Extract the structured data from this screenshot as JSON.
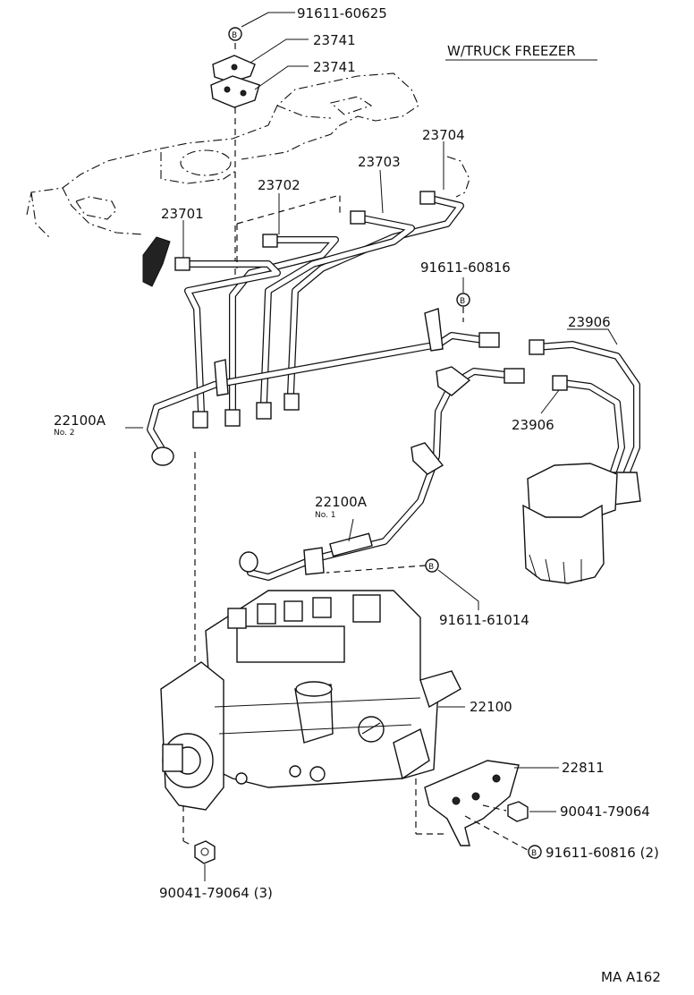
{
  "title": "W/TRUCK FREEZER",
  "figure_code": "MA A162",
  "bolt_marker": "B",
  "labels": {
    "p91611_60625": "91611-60625",
    "p23741_a": "23741",
    "p23741_b": "23741",
    "p23704": "23704",
    "p23703": "23703",
    "p23702": "23702",
    "p23701": "23701",
    "p91611_60816_top": "91611-60816",
    "p23906_a": "23906",
    "p23906_b": "23906",
    "p22100A_no2": "22100A",
    "p22100A_no2_sub": "No. 2",
    "p22100A_no1": "22100A",
    "p22100A_no1_sub": "No. 1",
    "p91611_61014": "91611-61014",
    "p22100": "22100",
    "p22811": "22811",
    "p90041_79064_right": "90041-79064",
    "p91611_60816_bottom": "91611-60816  (2)",
    "p90041_79064_bottom": "90041-79064  (3)"
  }
}
